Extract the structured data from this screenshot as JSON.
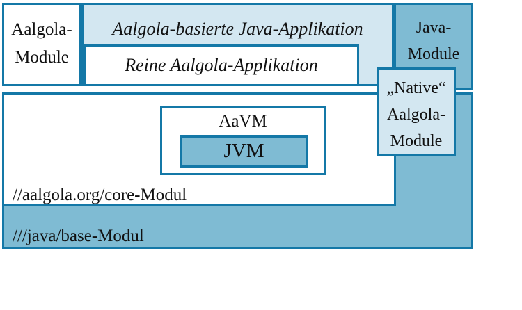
{
  "colors": {
    "border": "#1478a7",
    "light_blue": "#d3e7f1",
    "medium_blue": "#7fbbd3",
    "text": "#111111",
    "background": "#ffffff"
  },
  "boxes": {
    "aalgola_module": {
      "lines": [
        "Aalgola-",
        "Module"
      ]
    },
    "java_app": {
      "label": "Aalgola-basierte Java-Applikation"
    },
    "reine_app": {
      "label": "Reine Aalgola-Applikation"
    },
    "java_module": {
      "lines": [
        "Java-",
        "Module"
      ]
    },
    "native_module": {
      "lines": [
        "„Native“",
        "Aalgola-",
        "Module"
      ]
    },
    "aavm": {
      "label": "AaVM"
    },
    "jvm": {
      "label": "JVM"
    },
    "core_modul": {
      "label": "//aalgola.org/core-Modul"
    },
    "base_modul": {
      "label": "///java/base-Modul"
    }
  }
}
